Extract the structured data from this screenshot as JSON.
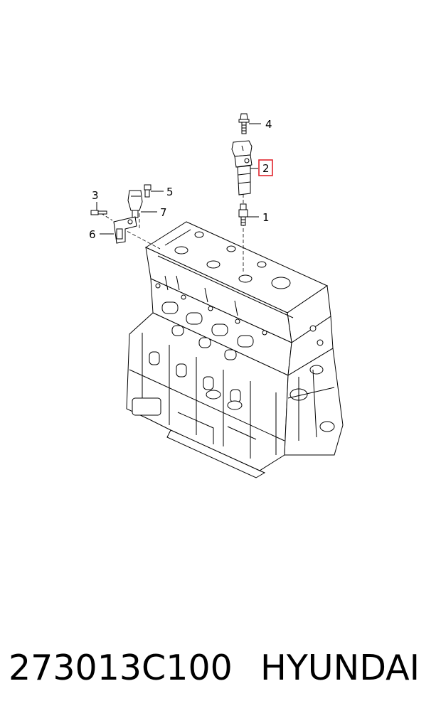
{
  "callouts": [
    {
      "id": "1",
      "highlighted": false
    },
    {
      "id": "2",
      "highlighted": true
    },
    {
      "id": "3",
      "highlighted": false
    },
    {
      "id": "4",
      "highlighted": false
    },
    {
      "id": "5",
      "highlighted": false
    },
    {
      "id": "6",
      "highlighted": false
    },
    {
      "id": "7",
      "highlighted": false
    }
  ],
  "highlight_color": "#e0242c",
  "caption": {
    "part_number": "273013C100",
    "brand": "HYUNDAI"
  }
}
